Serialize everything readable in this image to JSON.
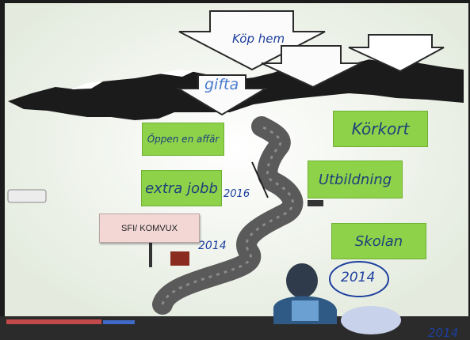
{
  "whiteboard": {
    "arrows": {
      "top": "Köp hem",
      "middle": "gifta"
    },
    "goals": [
      {
        "text": "Öppen en affär"
      },
      {
        "text": "Körkort"
      },
      {
        "text": "extra jobb"
      },
      {
        "text": "Utbildning"
      },
      {
        "text": "Skolan"
      }
    ],
    "sign": "SFI/ KOMVUX",
    "years": {
      "y2016": "2016",
      "y2014_left": "2014",
      "y2014_circle": "2014",
      "y2014_corner": "2014"
    },
    "colors": {
      "board": "#f3f6ef",
      "goal_box": "#8ed24a",
      "mountain": "#1b1b1b",
      "ink": "#1d3f9e",
      "sign": "#f2d7d5"
    }
  }
}
